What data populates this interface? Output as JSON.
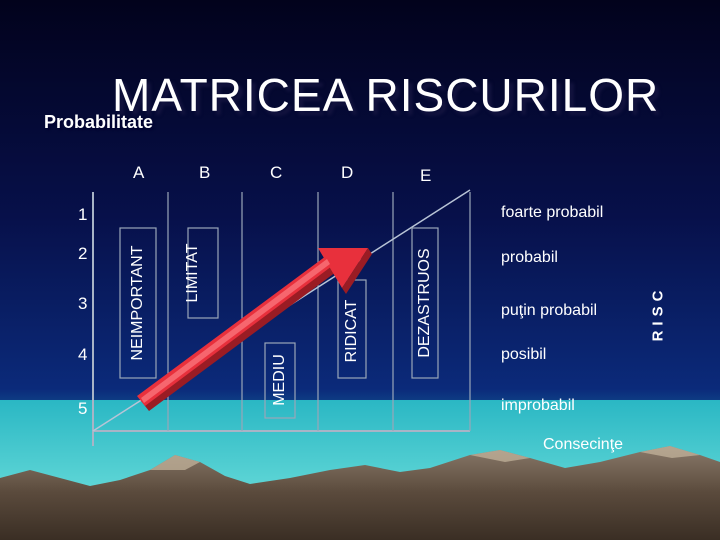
{
  "title": "MATRICEA RISCURILOR",
  "y_axis_label": "Probabilitate",
  "x_axis_label": "Consecinţe",
  "columns": [
    "A",
    "B",
    "C",
    "D",
    "E"
  ],
  "rows": [
    "1",
    "2",
    "3",
    "4",
    "5"
  ],
  "probability_levels": [
    "foarte probabil",
    "probabil",
    "puţin probabil",
    "posibil",
    "improbabil"
  ],
  "risk_levels": [
    "NEIMPORTANT",
    "LIMITAT",
    "MEDIU",
    "RIDICAT",
    "DEZASTRUOS"
  ],
  "side_label": "RISC",
  "colors": {
    "arrow": "#e8303c",
    "grid_line": "#9aa6b8",
    "text": "#ffffff"
  }
}
